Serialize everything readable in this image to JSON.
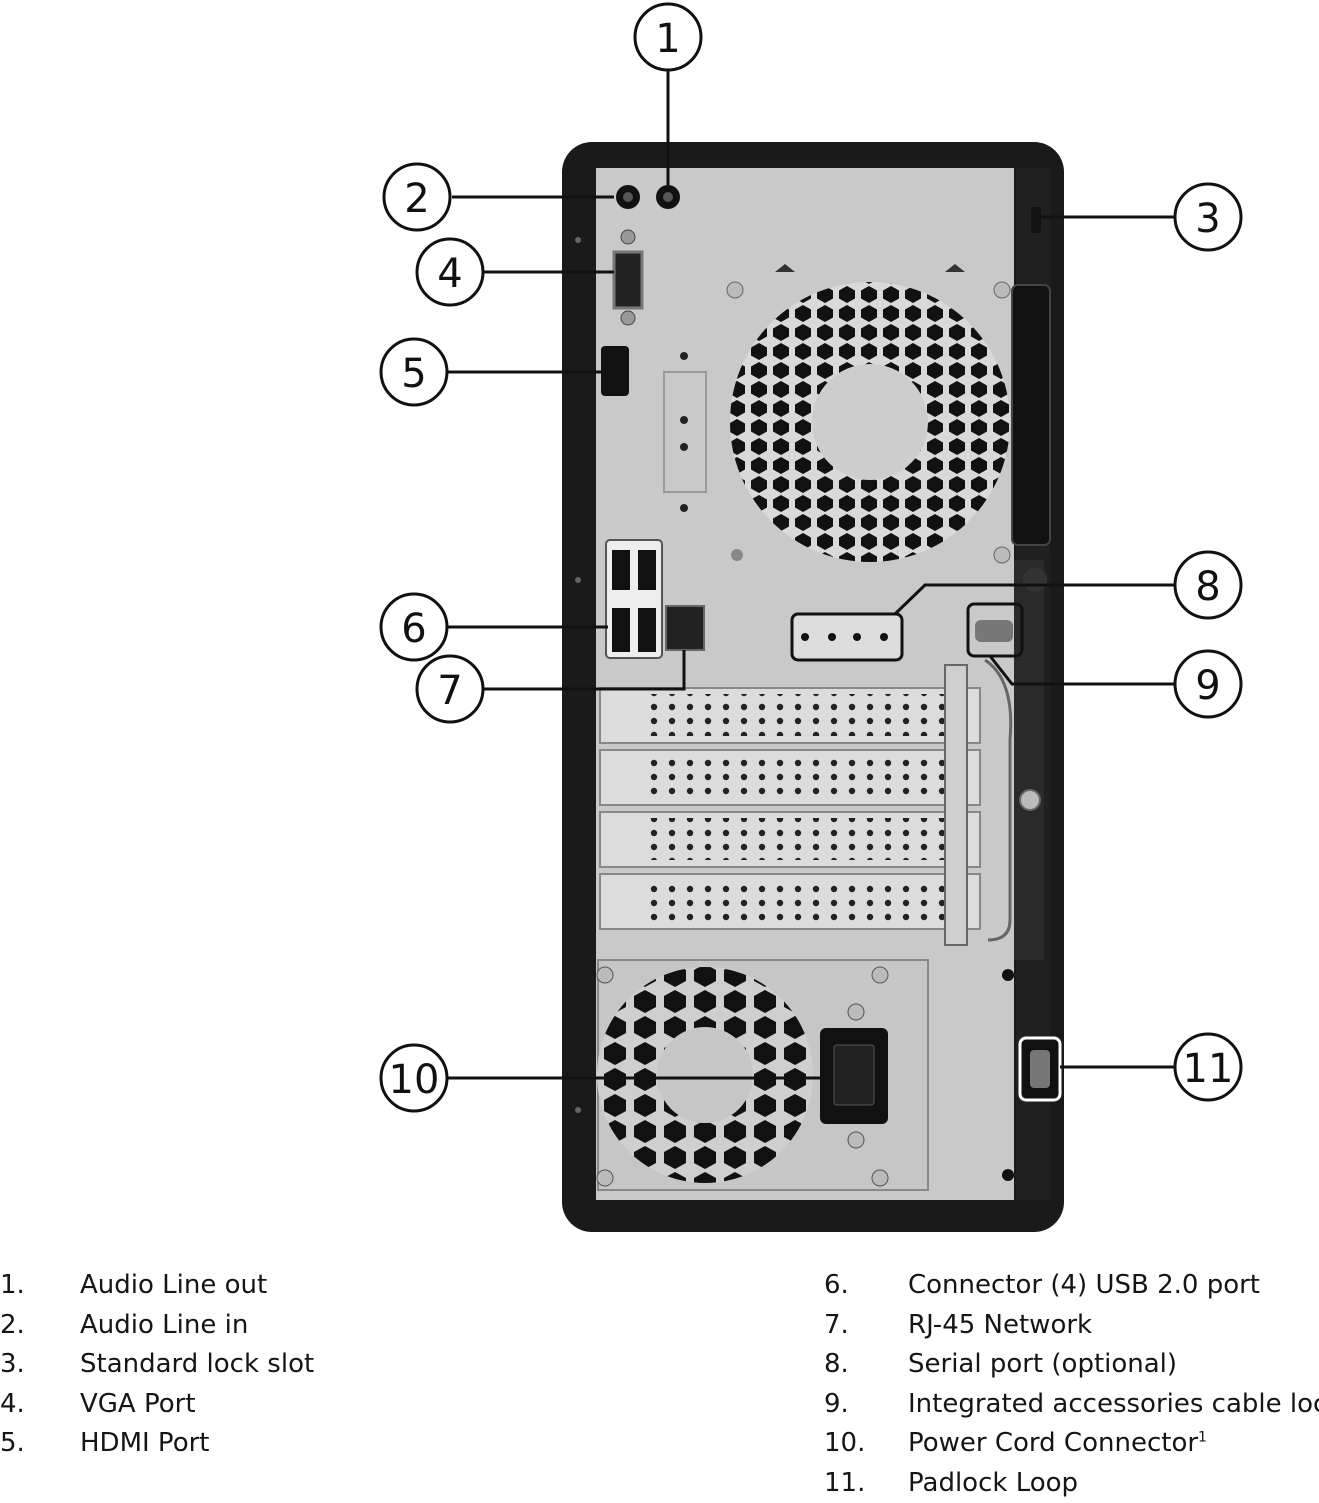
{
  "callouts": [
    "1",
    "2",
    "3",
    "4",
    "5",
    "6",
    "7",
    "8",
    "9",
    "10",
    "11"
  ],
  "legend": {
    "left": [
      {
        "num": "1.",
        "label": "Audio Line out"
      },
      {
        "num": "2.",
        "label": "Audio Line in"
      },
      {
        "num": "3.",
        "label": "Standard lock slot"
      },
      {
        "num": "4.",
        "label": "VGA Port"
      },
      {
        "num": "5.",
        "label": "HDMI Port"
      }
    ],
    "right": [
      {
        "num": "6.",
        "label": "Connector (4) USB 2.0 port"
      },
      {
        "num": "7.",
        "label": "RJ-45 Network"
      },
      {
        "num": "8.",
        "label": "Serial port (optional)"
      },
      {
        "num": "9.",
        "label": "Integrated accessories cable lock"
      },
      {
        "num": "10.",
        "label": "Power Cord Connector",
        "sup": "1"
      },
      {
        "num": "11.",
        "label": "Padlock Loop"
      }
    ]
  }
}
